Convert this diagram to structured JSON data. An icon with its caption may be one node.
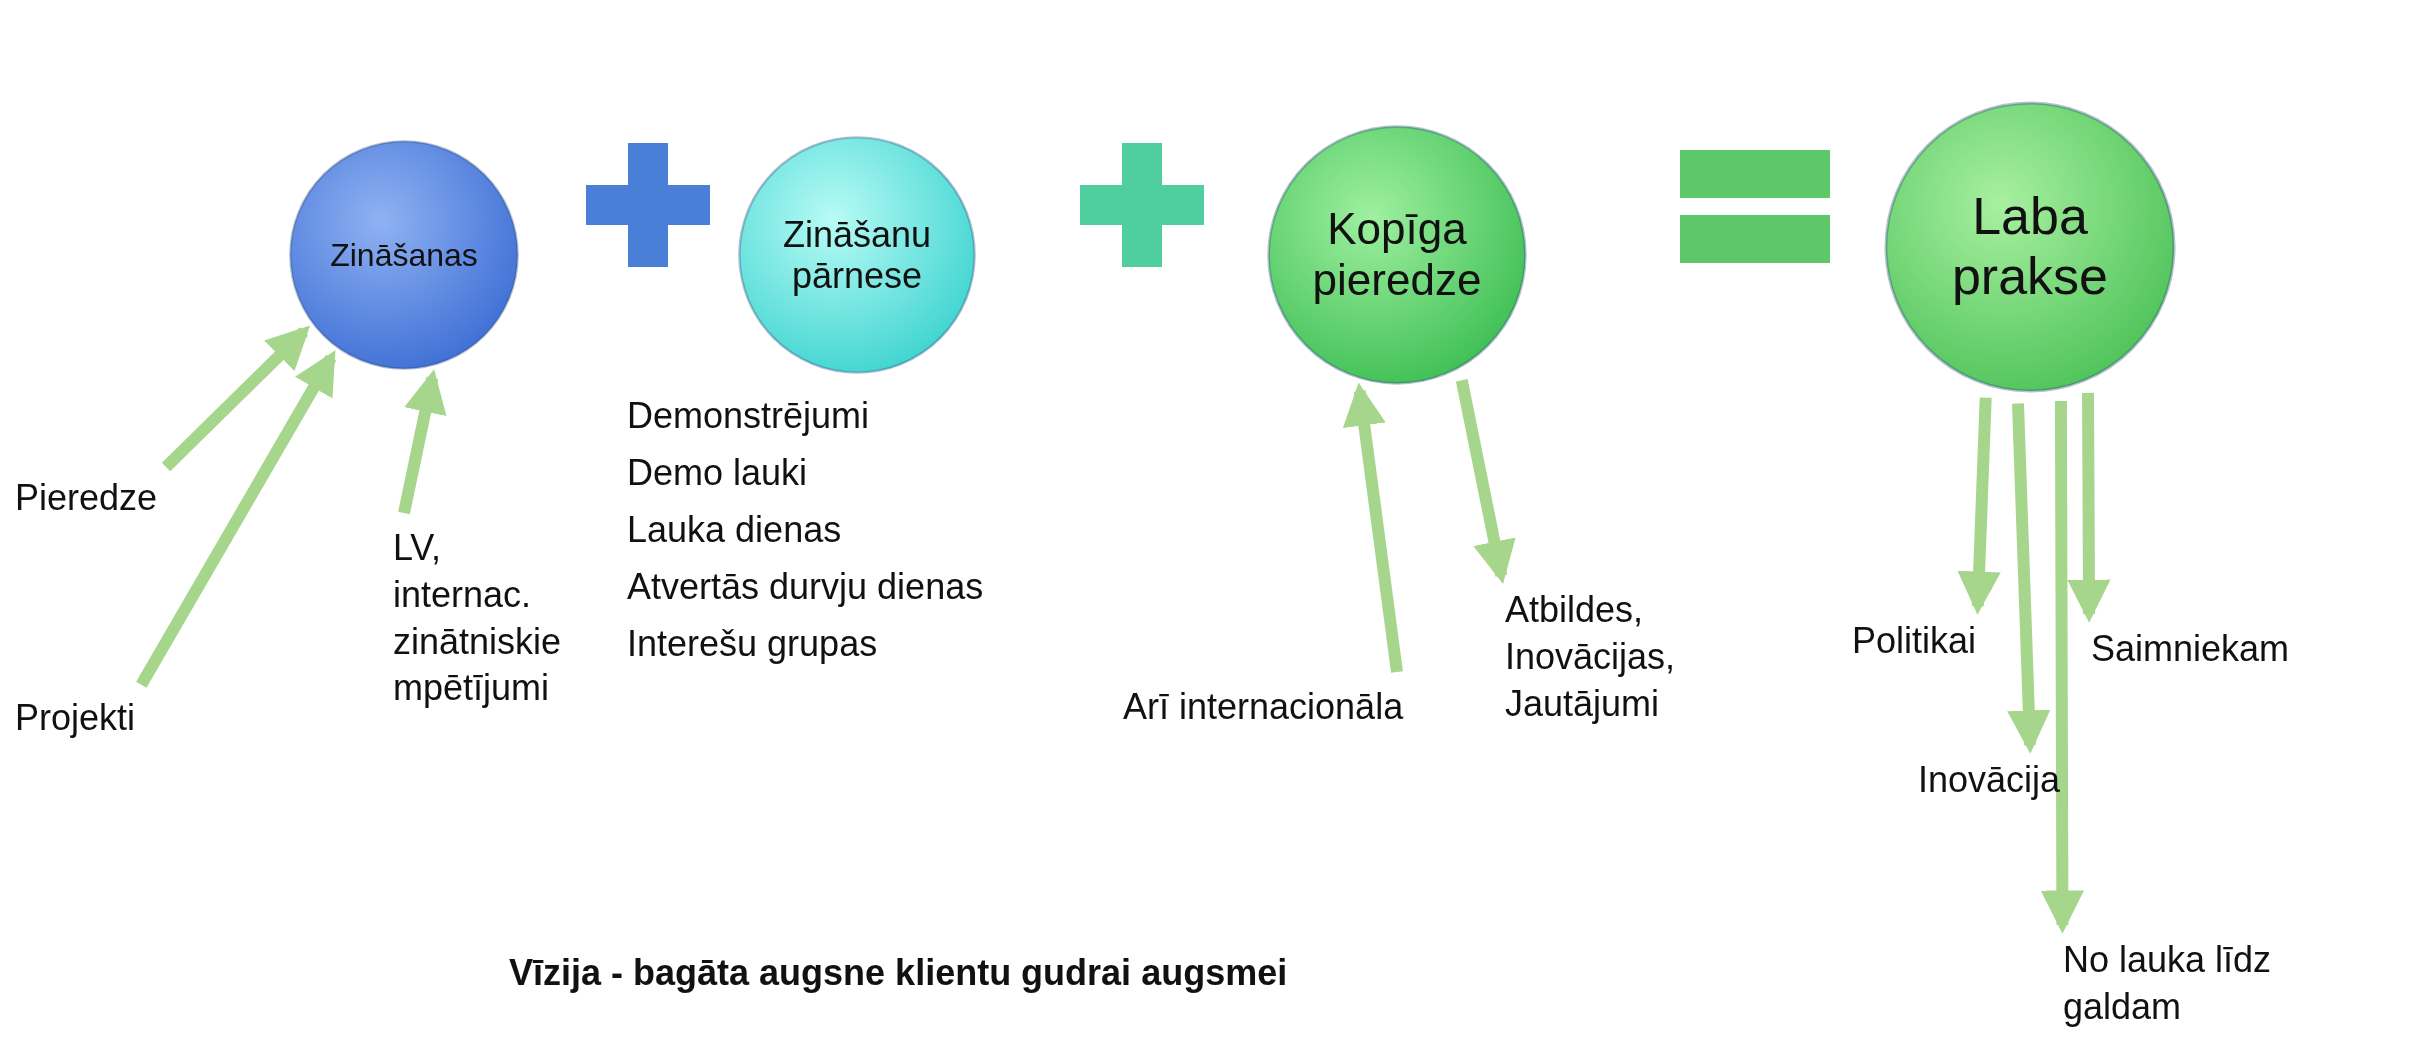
{
  "diagram": {
    "caption": "Vīzija - bagāta augsne klientu gudrai augsmei",
    "nodes": [
      {
        "text": [
          "Zināšanas"
        ]
      },
      {
        "text": [
          "Zināšanu pārnese"
        ],
        "beside": [
          "Demonstrējumi",
          "Demo lauki",
          "Lauka dienas",
          "Atvertās durvju dienas",
          "Interešu grupas"
        ]
      },
      {
        "text": [
          "Kopīga pieredze"
        ]
      },
      {
        "text": [
          "Laba prakse"
        ]
      },
      {
        "text": [
          "Pieredze"
        ]
      },
      {
        "text": [
          "Projekti"
        ]
      },
      {
        "text": [
          "LV, internac. zinātniskie mpētījumi"
        ]
      },
      {
        "text": [
          "Arī internacionāla"
        ]
      },
      {
        "text": [
          "Atbildes, Inovācijas, Jautājumi"
        ]
      },
      {
        "text": [
          "Politikai"
        ]
      },
      {
        "text": [
          "Inovācija"
        ]
      },
      {
        "text": [
          "No lauka līdz galdam"
        ]
      },
      {
        "text": [
          "Saimniekam"
        ]
      }
    ],
    "edges": [
      {
        "from": 4,
        "to": 0,
        "arrow": "to"
      },
      {
        "from": 5,
        "to": 0,
        "arrow": "to"
      },
      {
        "from": 6,
        "to": 0,
        "arrow": "to"
      },
      {
        "from": 7,
        "to": 2,
        "arrow": "to"
      },
      {
        "from": 2,
        "to": 8,
        "arrow": "to"
      },
      {
        "from": 3,
        "to": 9,
        "arrow": "to"
      },
      {
        "from": 3,
        "to": 10,
        "arrow": "to"
      },
      {
        "from": 3,
        "to": 11,
        "arrow": "to"
      },
      {
        "from": 3,
        "to": 12,
        "arrow": "to"
      }
    ]
  }
}
